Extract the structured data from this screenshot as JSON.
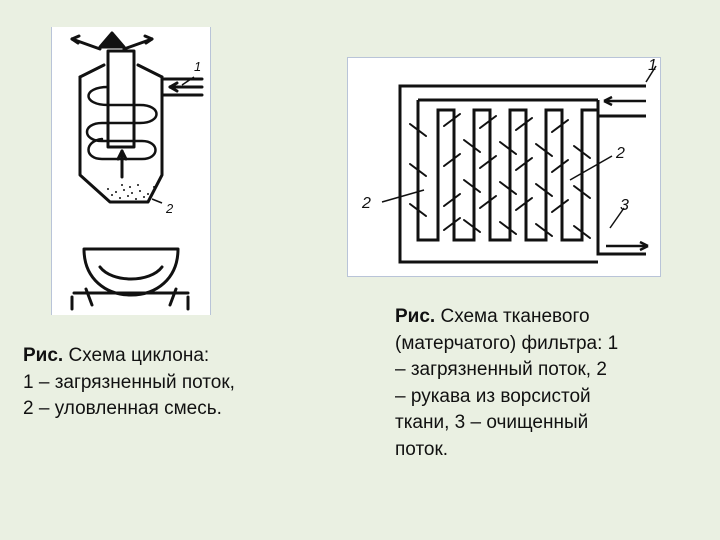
{
  "figures": [
    {
      "labels": [
        "1",
        "2"
      ],
      "caption": {
        "bold": "Рис.",
        "lines": [
          "Схема циклона:",
          "1 – загрязненный поток,",
          "2 – уловленная смесь."
        ]
      }
    },
    {
      "labels": [
        "1",
        "2",
        "2",
        "3"
      ],
      "caption": {
        "bold": "Рис.",
        "lines": [
          "Схема тканевого",
          "(матерчатого) фильтра: 1",
          "– загрязненный поток, 2",
          "– рукава из ворсистой",
          "ткани, 3 – очищенный",
          "поток."
        ]
      }
    }
  ]
}
